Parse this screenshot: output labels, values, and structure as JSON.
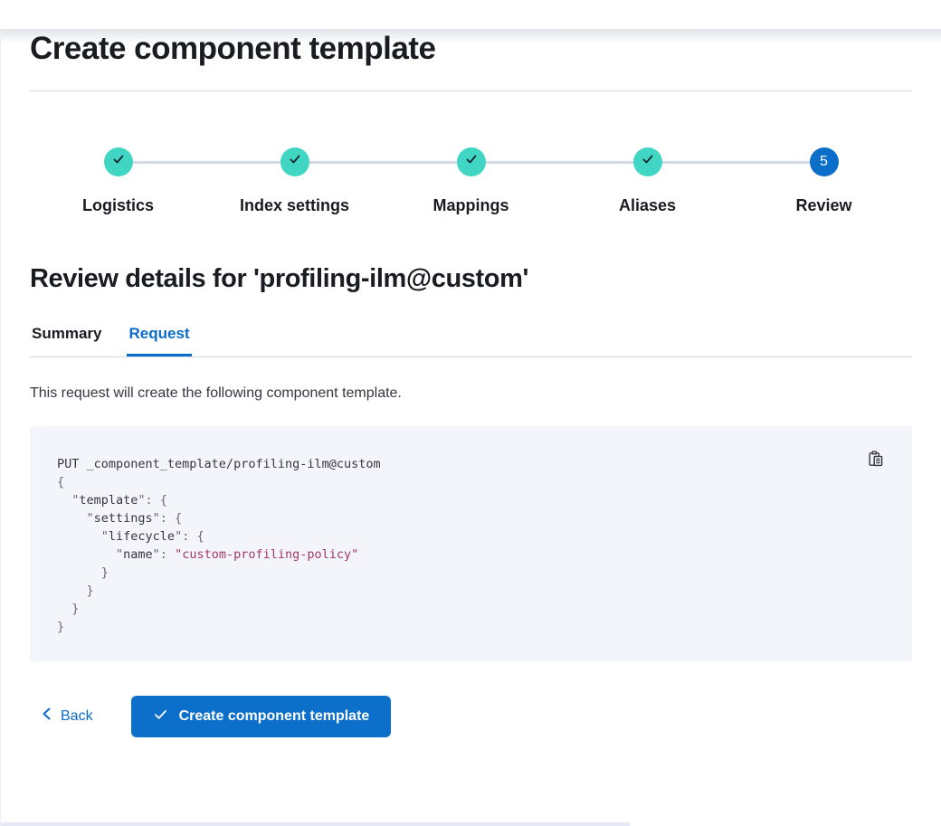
{
  "page": {
    "title": "Create component template"
  },
  "stepper": {
    "steps": [
      {
        "label": "Logistics",
        "status": "complete"
      },
      {
        "label": "Index settings",
        "status": "complete"
      },
      {
        "label": "Mappings",
        "status": "complete"
      },
      {
        "label": "Aliases",
        "status": "complete"
      },
      {
        "label": "Review",
        "status": "current",
        "number": "5"
      }
    ]
  },
  "review": {
    "heading": "Review details for 'profiling-ilm@custom'",
    "tabs": [
      {
        "label": "Summary",
        "active": false
      },
      {
        "label": "Request",
        "active": true
      }
    ],
    "description": "This request will create the following component template."
  },
  "code": {
    "copy_icon": "copy-clipboard-icon",
    "lines": [
      [
        [
          "plain",
          "PUT _component_template/profiling-ilm@custom"
        ]
      ],
      [
        [
          "punct",
          "{"
        ]
      ],
      [
        [
          "punct",
          "  \""
        ],
        [
          "key",
          "template"
        ],
        [
          "punct",
          "\": {"
        ]
      ],
      [
        [
          "punct",
          "    \""
        ],
        [
          "key",
          "settings"
        ],
        [
          "punct",
          "\": {"
        ]
      ],
      [
        [
          "punct",
          "      \""
        ],
        [
          "key",
          "lifecycle"
        ],
        [
          "punct",
          "\": {"
        ]
      ],
      [
        [
          "punct",
          "        \""
        ],
        [
          "key",
          "name"
        ],
        [
          "punct",
          "\": "
        ],
        [
          "str",
          "\"custom-profiling-policy\""
        ]
      ],
      [
        [
          "punct",
          "      }"
        ]
      ],
      [
        [
          "punct",
          "    }"
        ]
      ],
      [
        [
          "punct",
          "  }"
        ]
      ],
      [
        [
          "punct",
          "}"
        ]
      ]
    ]
  },
  "footer": {
    "back_label": "Back",
    "create_label": "Create component template"
  },
  "colors": {
    "accent_blue": "#0b6fc9",
    "link_blue": "#0a6cc8",
    "step_complete_teal": "#40d6c3",
    "divider_gray": "#d3dae6",
    "code_background": "#f3f5fb",
    "code_string": "#a2386d",
    "text_dark": "#1a1c21",
    "text_subdued": "#343741"
  }
}
